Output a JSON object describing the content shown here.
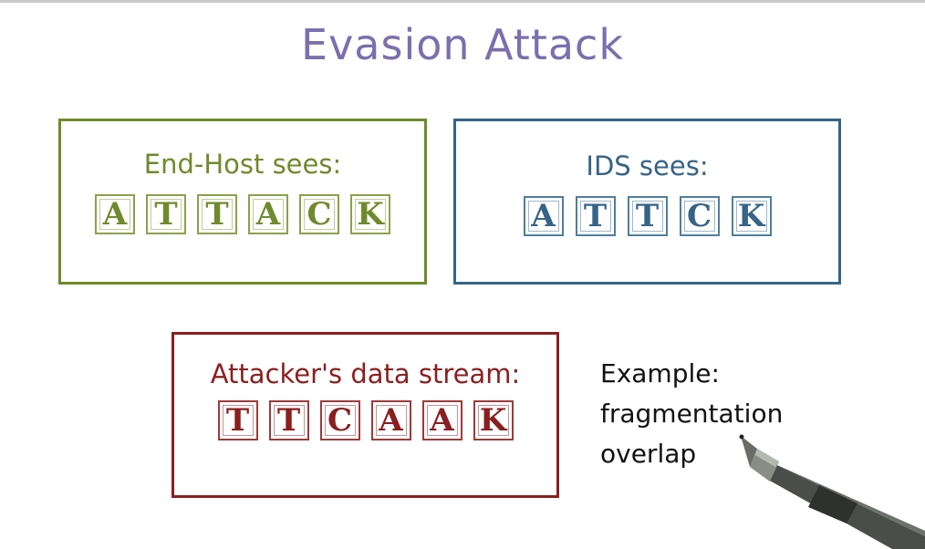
{
  "title": "Evasion Attack",
  "end_host": {
    "label": "End-Host sees:",
    "letters": [
      "A",
      "T",
      "T",
      "A",
      "C",
      "K"
    ]
  },
  "ids": {
    "label": "IDS sees:",
    "letters": [
      "A",
      "T",
      "T",
      "C",
      "K"
    ]
  },
  "attacker": {
    "label": "Attacker's data stream:",
    "letters": [
      "T",
      "T",
      "C",
      "A",
      "A",
      "K"
    ]
  },
  "note": {
    "line1": "Example:",
    "line2": "fragmentation",
    "line3": "overlap"
  },
  "colors": {
    "title": "#7b6fae",
    "end_host": "#6f8a2c",
    "ids": "#356488",
    "attacker": "#8b1f1f"
  },
  "icons": [
    "pen-icon"
  ]
}
